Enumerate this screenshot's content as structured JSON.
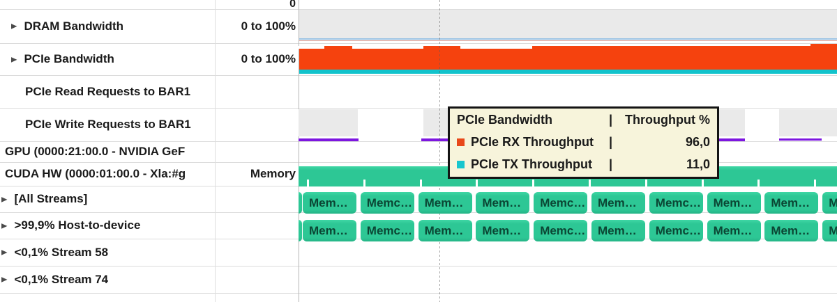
{
  "scale_top_tick": "0",
  "sidebar": {
    "rows": [
      {
        "label": "DRAM Bandwidth",
        "scale": "0 to 100%"
      },
      {
        "label": "PCIe Bandwidth",
        "scale": "0 to 100%"
      },
      {
        "label": "PCIe Read Requests to BAR1",
        "scale": ""
      },
      {
        "label": "PCIe Write Requests to BAR1",
        "scale": ""
      },
      {
        "label": "GPU (0000:21:00.0 - NVIDIA GeF",
        "scale": ""
      },
      {
        "label": "CUDA HW (0000:01:00.0 - Xla:#g",
        "scale": "Memory"
      },
      {
        "label": "[All Streams]",
        "scale": ""
      },
      {
        "label": ">99,9% Host-to-device",
        "scale": ""
      },
      {
        "label": "<0,1% Stream 58",
        "scale": ""
      },
      {
        "label": "<0,1% Stream 74",
        "scale": ""
      }
    ]
  },
  "timeline": {
    "mem_blocks": {
      "all_streams": [
        "Mem…",
        "Memc…",
        "Mem…",
        "Mem…",
        "Memc…",
        "Mem…",
        "Memc…",
        "Mem…",
        "Mem…",
        "Mem…"
      ],
      "host_to_device": [
        "Mem…",
        "Memc…",
        "Mem…",
        "Mem…",
        "Memc…",
        "Mem…",
        "Memc…",
        "Mem…",
        "Mem…",
        "Mem…"
      ]
    }
  },
  "tooltip": {
    "title": "PCIe Bandwidth",
    "separator": "|",
    "value_header": "Throughput %",
    "rows": [
      {
        "label": "PCIe RX Throughput",
        "value": "96,0",
        "swatch": "#e8481a"
      },
      {
        "label": "PCIe TX Throughput",
        "value": "11,0",
        "swatch": "#17c6ce"
      }
    ]
  },
  "colors": {
    "pcie_rx_area": "#f5420e",
    "pcie_tx_band": "#12c3cc",
    "memcpy_green": "#2dc795",
    "bar1_purple": "#7d16e0",
    "dram_fill": "#eaeaea",
    "dram_read_line": "#9cc3e4",
    "dram_write_line": "#d99c94",
    "tooltip_bg": "#f7f4db"
  }
}
